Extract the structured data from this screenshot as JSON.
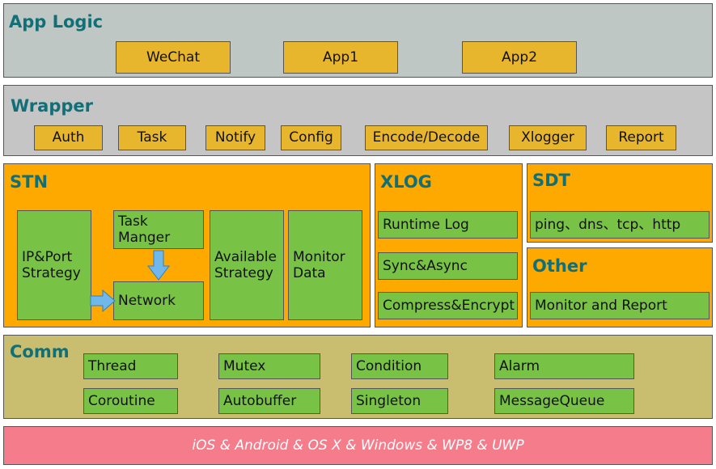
{
  "app_logic": {
    "title": "App Logic",
    "items": [
      "WeChat",
      "App1",
      "App2"
    ]
  },
  "wrapper": {
    "title": "Wrapper",
    "items": [
      "Auth",
      "Task",
      "Notify",
      "Config",
      "Encode/Decode",
      "Xlogger",
      "Report"
    ]
  },
  "stn": {
    "title": "STN",
    "ipport": [
      "IP&Port",
      "Strategy"
    ],
    "task_manager": [
      "Task",
      "Manger"
    ],
    "network": "Network",
    "available": [
      "Available",
      "Strategy"
    ],
    "monitor": [
      "Monitor",
      "Data"
    ]
  },
  "xlog": {
    "title": "XLOG",
    "items": [
      "Runtime Log",
      "Sync&Async",
      "Compress&Encrypt"
    ]
  },
  "sdt": {
    "title": "SDT",
    "item": "ping、dns、tcp、http"
  },
  "other": {
    "title": "Other",
    "item": "Monitor and Report"
  },
  "comm": {
    "title": "Comm",
    "row1": [
      "Thread",
      "Mutex",
      "Condition",
      "Alarm"
    ],
    "row2": [
      "Coroutine",
      "Autobuffer",
      "Singleton",
      "MessageQueue"
    ]
  },
  "platform": {
    "text": "iOS & Android & OS X & Windows & WP8 & UWP"
  },
  "colors": {
    "app_bg": "#bfc7c4",
    "wrapper_bg": "#c5c5c5",
    "orange": "#fea900",
    "comm_bg": "#c9bd6f",
    "platform_bg": "#f57c8a",
    "green": "#78c346",
    "yellow": "#e8b62c",
    "title": "#116f78"
  }
}
